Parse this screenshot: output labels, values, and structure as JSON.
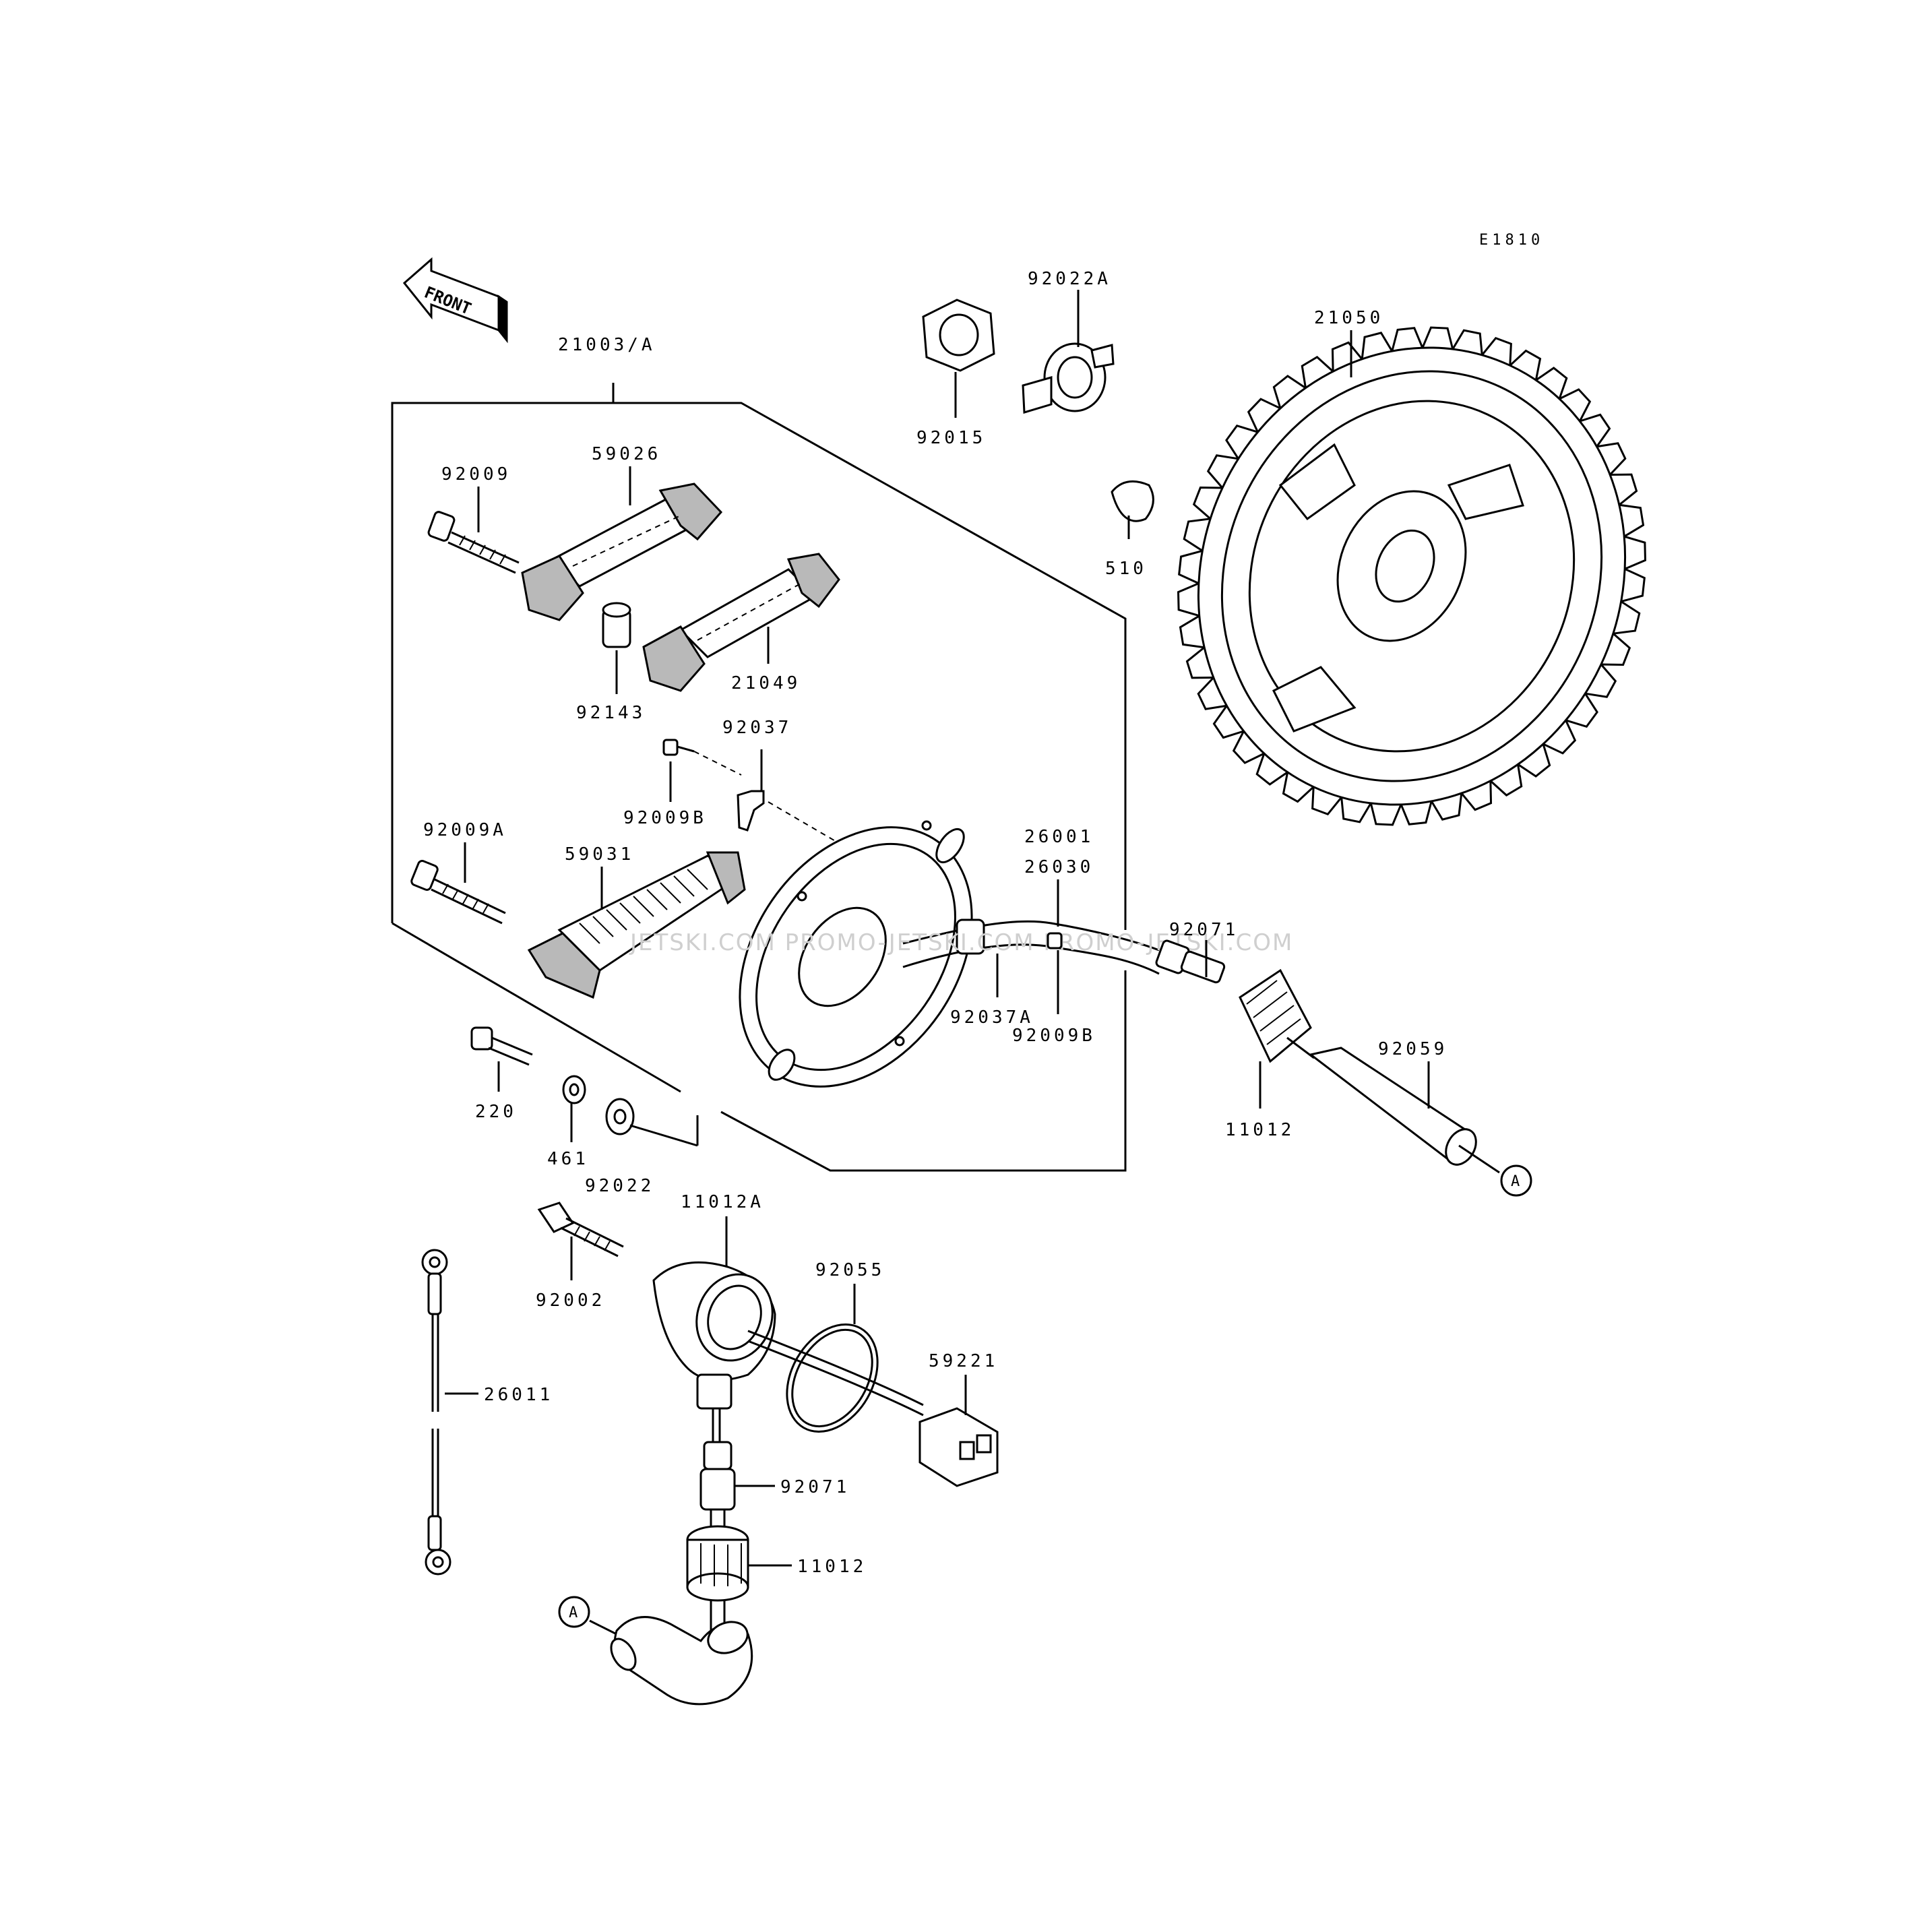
{
  "diagram_code": "E1810",
  "front_label": "FRONT",
  "watermark": "JETSKI.COM  PROMO-JETSKI.COM  PROMO-JETSKI.COM",
  "ref_marker": "A",
  "labels": {
    "p21003A": "21003/A",
    "p92009": "92009",
    "p59026": "59026",
    "p92143": "92143",
    "p21049": "21049",
    "p92037": "92037",
    "p92009B_top": "92009B",
    "p92009A": "92009A",
    "p59031": "59031",
    "p26001": "26001",
    "p26030": "26030",
    "p92037A": "92037A",
    "p92009B_bot": "92009B",
    "p220": "220",
    "p461": "461",
    "p92022": "92022",
    "p92015": "92015",
    "p92022A": "92022A",
    "p510": "510",
    "p21050": "21050",
    "p92071_top": "92071",
    "p11012_top": "11012",
    "p92059": "92059",
    "p11012A": "11012A",
    "p92055": "92055",
    "p59221": "59221",
    "p92002": "92002",
    "p26011": "26011",
    "p92071_bot": "92071",
    "p11012_bot": "11012"
  }
}
